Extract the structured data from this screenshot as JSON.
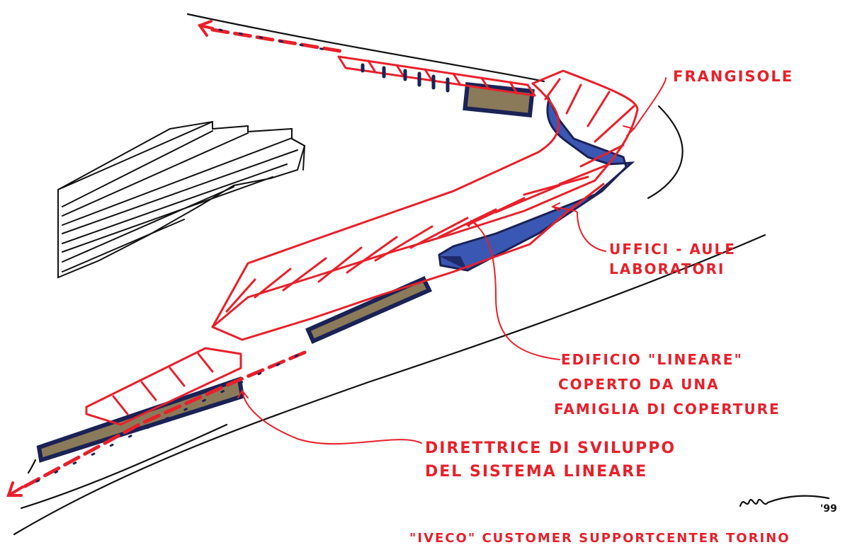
{
  "colors": {
    "ink_red": "#e8202a",
    "ink_black": "#111111",
    "wall_blue": "#1f2a6b",
    "wall_blue_light": "#5a7fd4",
    "fill_tan": "#8a7a5a"
  },
  "labels": {
    "frangisole": "FRANGISOLE",
    "uffici_line1": "UFFICI - AULE",
    "uffici_line2": "LABORATORI",
    "edificio_line1": "EDIFICIO \"LINEARE\"",
    "edificio_line2": "COPERTO DA UNA",
    "edificio_line3": "FAMIGLIA DI COPERTURE",
    "direttrice_line1": "DIRETTRICE DI SVILUPPO",
    "direttrice_line2": "DEL SISTEMA LINEARE",
    "caption": "\"IVECO\" CUSTOMER SUPPORTCENTER   TORINO",
    "signature": "",
    "date": "'99"
  },
  "icons": {
    "direction_arrow_top": "arrow-left-up-icon",
    "direction_arrow_bottom": "arrow-left-down-icon"
  }
}
